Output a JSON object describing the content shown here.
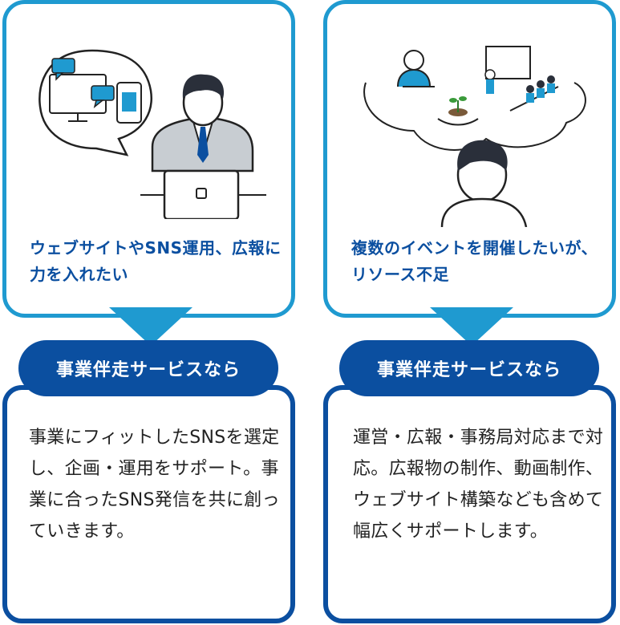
{
  "left": {
    "problem": "ウェブサイトやSNS運用、広報に力を入れたい",
    "badge": "事業伴走サービスなら",
    "solution": "事業にフィットしたSNSを選定し、企画・運用をサポート。事業に合ったSNS発信を共に創っていきます。"
  },
  "right": {
    "problem": "複数のイベントを開催したいが、リソース不足",
    "badge": "事業伴走サービスなら",
    "solution": "運営・広報・事務局対応まで対応。広報物の制作、動画制作、ウェブサイト構築なども含めて幅広くサポートします。"
  },
  "colors": {
    "light_blue": "#1f9ad0",
    "navy": "#0b4fa0"
  },
  "icons": [
    "speech-bubble-icon",
    "monitor-icon",
    "smartphone-icon",
    "chat-icon",
    "laptop-icon",
    "person-thinking-icon",
    "thought-cloud-icon",
    "presenter-icon",
    "seedling-hand-icon",
    "audience-icon"
  ]
}
